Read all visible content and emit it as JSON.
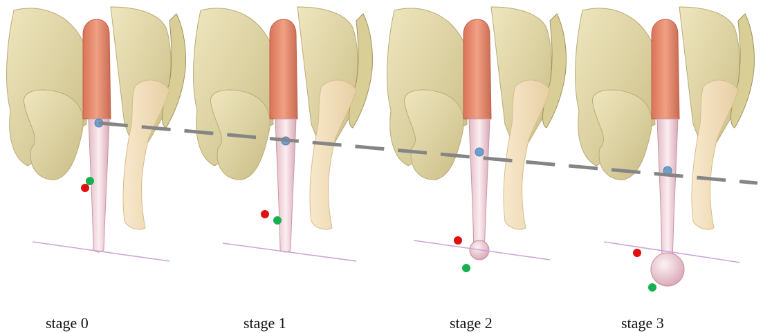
{
  "figure": {
    "stages": [
      {
        "label": "stage 0"
      },
      {
        "label": "stage 1"
      },
      {
        "label": "stage 2"
      },
      {
        "label": "stage 3"
      }
    ],
    "colors": {
      "bone": "#e3d9a7",
      "bone_shadow": "#b8ab73",
      "muscle": "#e0876c",
      "tissue": "#f0d8dc",
      "ring": "#f6e4c6",
      "ground_line": "#c9a4d8",
      "axis_line": "#858585",
      "marker_blue": "#6da0cf",
      "marker_red": "#e01010",
      "marker_green": "#16b050"
    }
  }
}
